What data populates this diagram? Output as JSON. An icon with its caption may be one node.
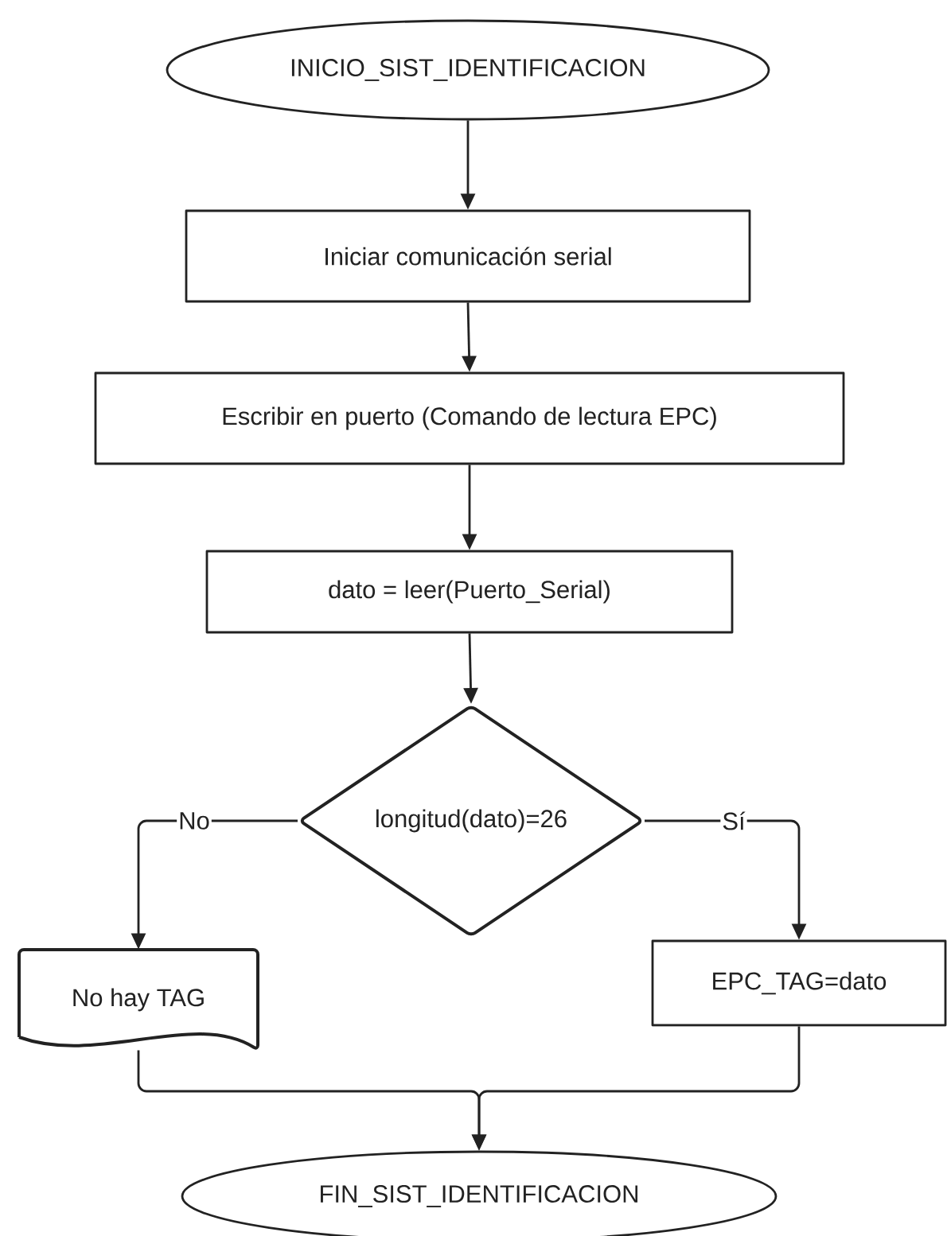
{
  "diagram": {
    "nodes": [
      {
        "text": [
          "INICIO_SIST_IDENTIFICACION"
        ]
      },
      {
        "text": [
          "Iniciar comunicación serial"
        ]
      },
      {
        "text": [
          "Escribir en puerto (Comando de lectura EPC)"
        ]
      },
      {
        "text": [
          "dato = leer(Puerto_Serial)"
        ]
      },
      {
        "text": [
          "longitud(dato)=26"
        ]
      },
      {
        "text": [
          "No hay TAG"
        ]
      },
      {
        "text": [
          "EPC_TAG=dato"
        ]
      },
      {
        "text": [
          "FIN_SIST_IDENTIFICACION"
        ]
      }
    ],
    "edges": [
      {
        "from": 0,
        "to": 1,
        "arrow": "to"
      },
      {
        "from": 1,
        "to": 2,
        "arrow": "to"
      },
      {
        "from": 2,
        "to": 3,
        "arrow": "to"
      },
      {
        "from": 3,
        "to": 4,
        "arrow": "to"
      },
      {
        "from": 4,
        "to": 5,
        "arrow": "to",
        "label": "No"
      },
      {
        "from": 4,
        "to": 6,
        "arrow": "to",
        "label": "Sí"
      },
      {
        "from": 5,
        "to": 7,
        "arrow": "to"
      },
      {
        "from": 6,
        "to": 7,
        "arrow": "to"
      }
    ]
  }
}
